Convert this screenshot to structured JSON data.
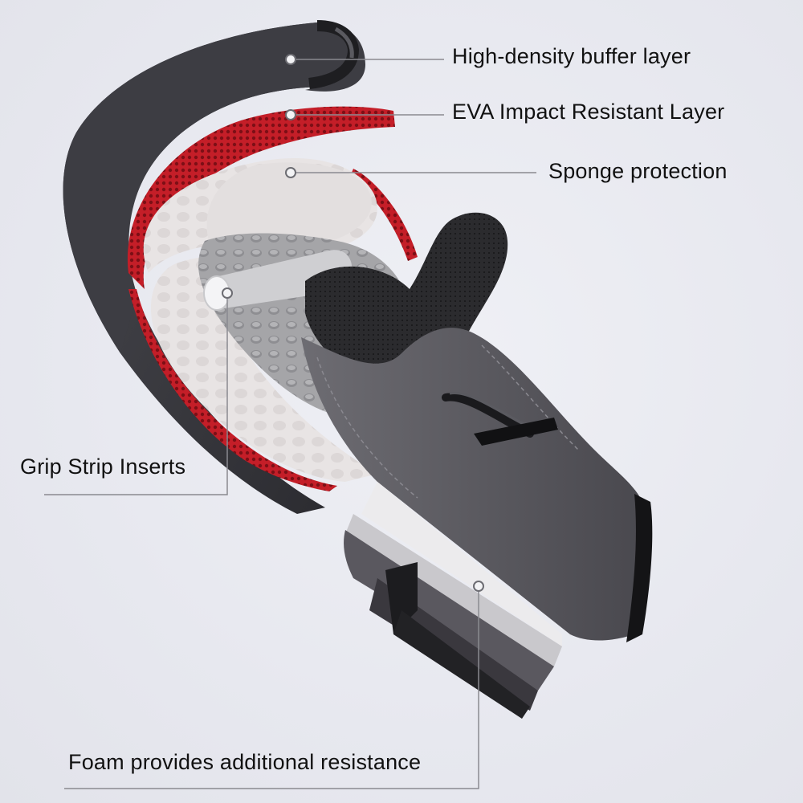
{
  "labels": {
    "buffer_layer": "High-density buffer layer",
    "eva_layer": "EVA Impact Resistant Layer",
    "sponge": "Sponge protection",
    "grip_strip": "Grip Strip Inserts",
    "foam": "Foam provides additional resistance"
  },
  "colors": {
    "background": "#eaeaf0",
    "outer_shell": "#3a3a40",
    "eva_red": "#c8202a",
    "sponge_white": "#e6e2e2",
    "inner_grey": "#9b9b9f",
    "leader_line": "#8a8a90"
  }
}
